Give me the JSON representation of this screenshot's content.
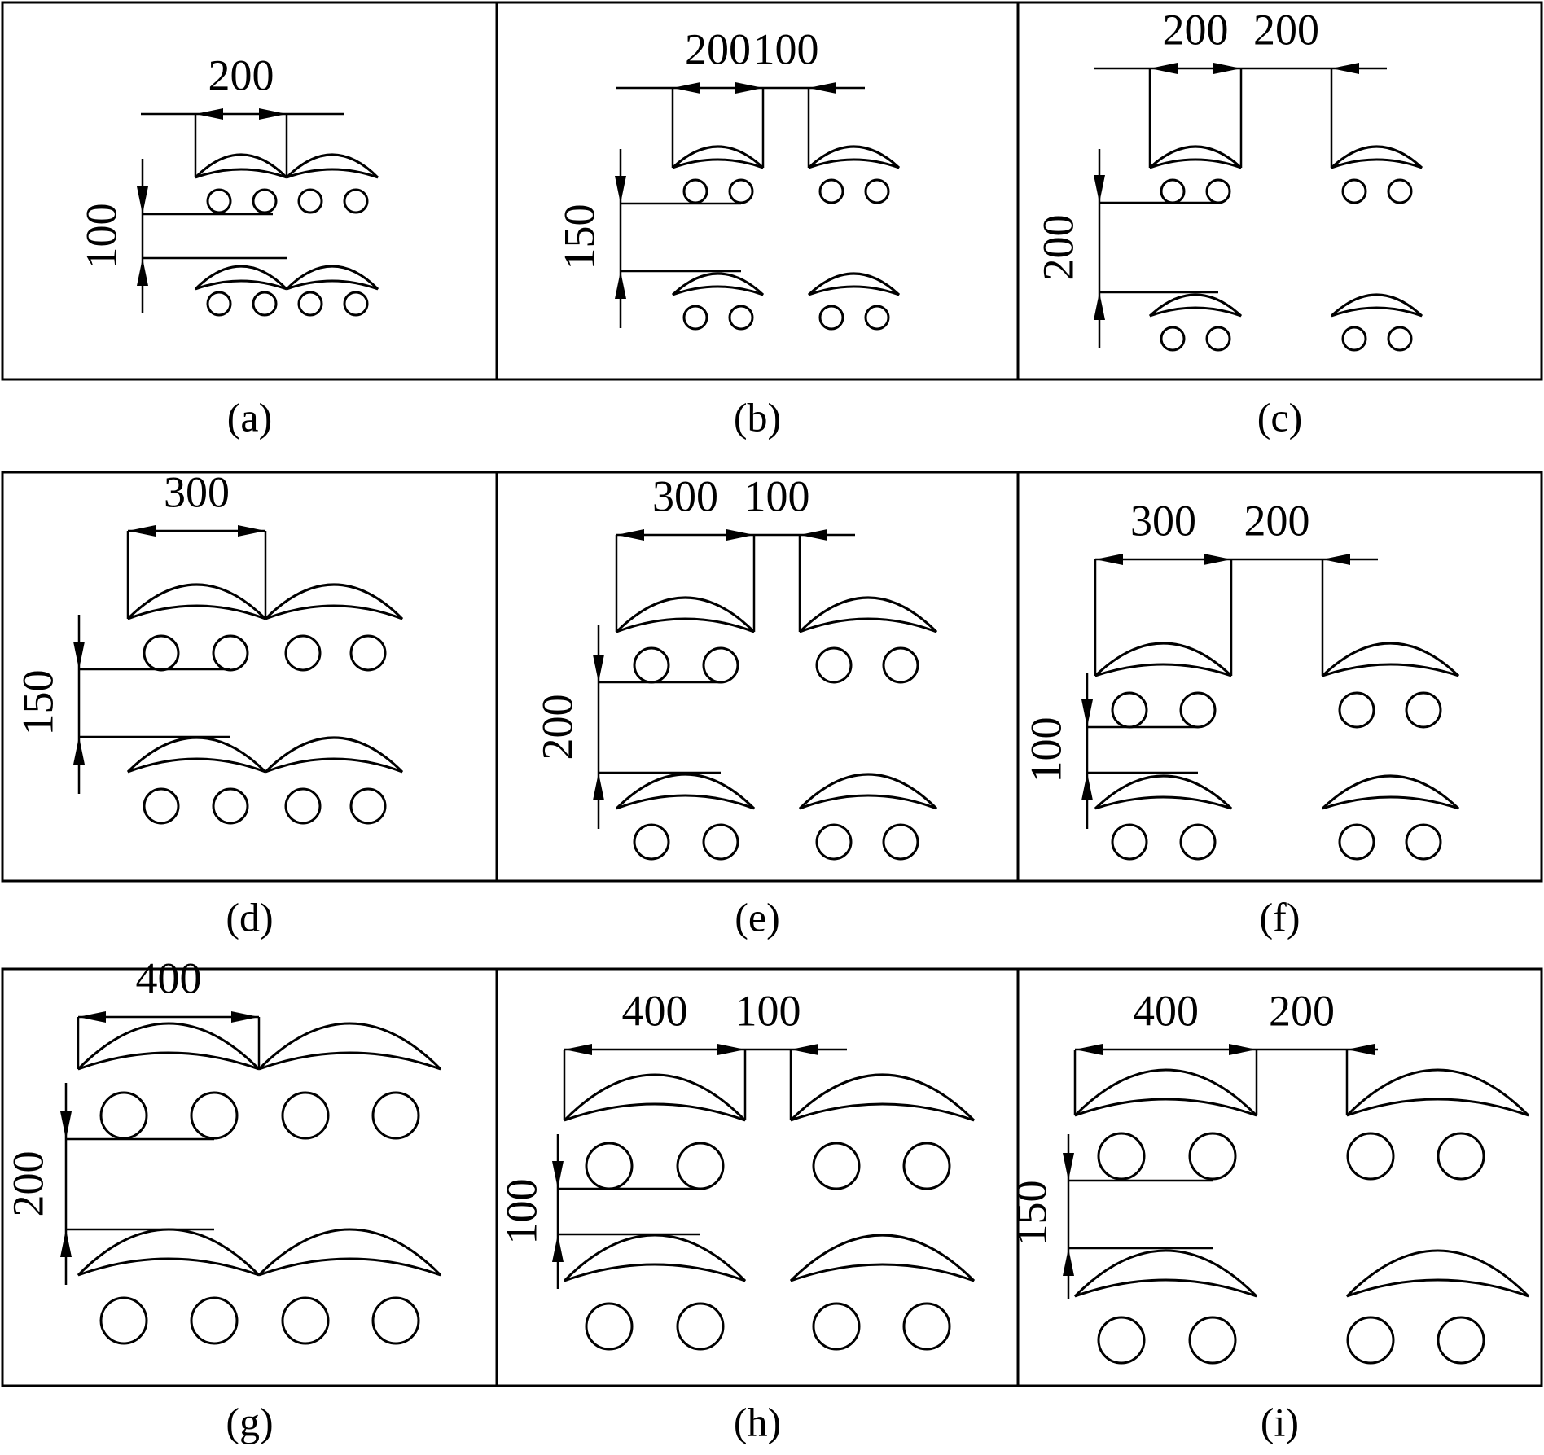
{
  "panels": [
    {
      "id": "a",
      "caption": "(a)",
      "top_labels": [
        "200"
      ],
      "side_label": "100"
    },
    {
      "id": "b",
      "caption": "(b)",
      "top_labels": [
        "200",
        "100"
      ],
      "side_label": "150"
    },
    {
      "id": "c",
      "caption": "(c)",
      "top_labels": [
        "200",
        "200"
      ],
      "side_label": "200"
    },
    {
      "id": "d",
      "caption": "(d)",
      "top_labels": [
        "300"
      ],
      "side_label": "150"
    },
    {
      "id": "e",
      "caption": "(e)",
      "top_labels": [
        "300",
        "100"
      ],
      "side_label": "200"
    },
    {
      "id": "f",
      "caption": "(f)",
      "top_labels": [
        "300",
        "200"
      ],
      "side_label": "100"
    },
    {
      "id": "g",
      "caption": "(g)",
      "top_labels": [
        "400"
      ],
      "side_label": "200"
    },
    {
      "id": "h",
      "caption": "(h)",
      "top_labels": [
        "400",
        "100"
      ],
      "side_label": "100"
    },
    {
      "id": "i",
      "caption": "(i)",
      "top_labels": [
        "400",
        "200"
      ],
      "side_label": "150"
    }
  ],
  "colors": {
    "line": "#000000",
    "background": "#ffffff"
  }
}
